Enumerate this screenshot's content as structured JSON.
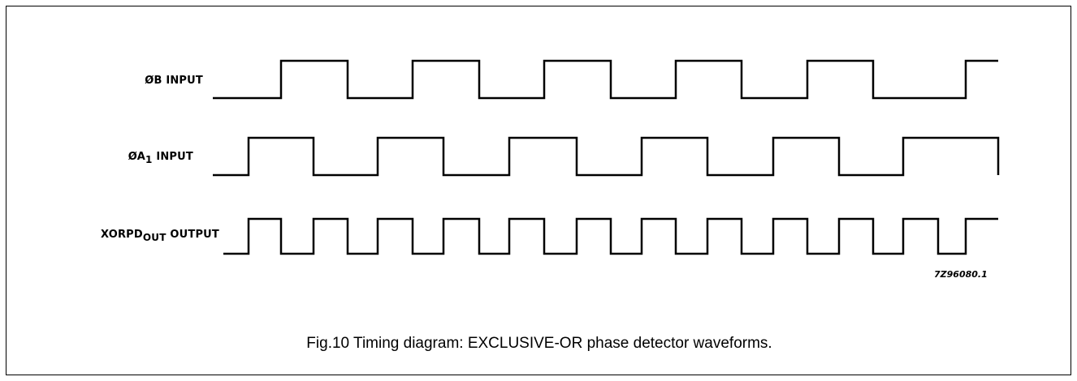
{
  "signals": {
    "phi_b": {
      "label_main": "ØB INPUT",
      "label_sub": ""
    },
    "phi_a1": {
      "label_pre": "ØA",
      "label_sub": "1",
      "label_post": " INPUT"
    },
    "xorpd": {
      "label_pre": "XORPD",
      "label_sub": "OUT",
      "label_post": " OUTPUT"
    }
  },
  "figure_code": "7Z96080.1",
  "caption": "Fig.10  Timing diagram: EXCLUSIVE-OR phase detector waveforms."
}
